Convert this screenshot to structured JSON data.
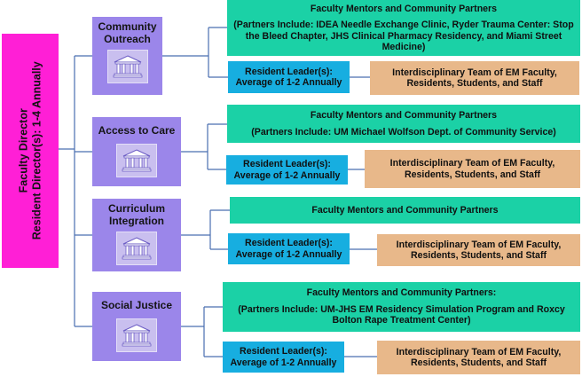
{
  "root": {
    "line1": "Faculty Director",
    "line2": "Resident Director(s): 1-4 Annually"
  },
  "categories": [
    {
      "label_lines": [
        "Community",
        "Outreach"
      ],
      "icon": "building-columns-icon",
      "mentors": {
        "title": "Faculty Mentors and Community Partners",
        "partners": "(Partners Include: IDEA Needle Exchange Clinic, Ryder Trauma Center: Stop the Bleed Chapter, JHS Clinical Pharmacy Residency, and Miami Street Medicine)"
      },
      "leader_lines": [
        "Resident Leader(s):",
        "Average of 1-2 Annually"
      ],
      "team_lines": [
        "Interdisciplinary Team of EM Faculty,",
        "Residents, Students, and Staff"
      ]
    },
    {
      "label_lines": [
        "Access to Care"
      ],
      "icon": "building-columns-icon",
      "mentors": {
        "title": "Faculty Mentors and Community Partners",
        "partners": "(Partners Include: UM Michael Wolfson Dept. of Community Service)"
      },
      "leader_lines": [
        "Resident Leader(s):",
        "Average of 1-2 Annually"
      ],
      "team_lines": [
        "Interdisciplinary Team of EM Faculty,",
        "Residents, Students, and Staff"
      ]
    },
    {
      "label_lines": [
        "Curriculum",
        "Integration"
      ],
      "icon": "building-columns-icon",
      "mentors": {
        "title": "Faculty Mentors and Community Partners",
        "partners": ""
      },
      "leader_lines": [
        "Resident Leader(s):",
        "Average of 1-2 Annually"
      ],
      "team_lines": [
        "Interdisciplinary Team of EM Faculty,",
        "Residents, Students, and Staff"
      ]
    },
    {
      "label_lines": [
        "Social Justice"
      ],
      "icon": "building-columns-icon",
      "mentors": {
        "title": "Faculty Mentors and Community Partners:",
        "partners": "(Partners Include: UM-JHS EM Residency Simulation Program and Roxcy Bolton Rape Treatment Center)"
      },
      "leader_lines": [
        "Resident Leader(s):",
        "Average of 1-2 Annually"
      ],
      "team_lines": [
        "Interdisciplinary Team of EM Faculty,",
        "Residents, Students, and Staff"
      ]
    }
  ],
  "colors": {
    "root": "#ff1fd6",
    "category": "#9b86ea",
    "mentors": "#1bd1a6",
    "leader": "#17aee0",
    "team": "#e8b88a",
    "connector": "#4a6fb0"
  }
}
